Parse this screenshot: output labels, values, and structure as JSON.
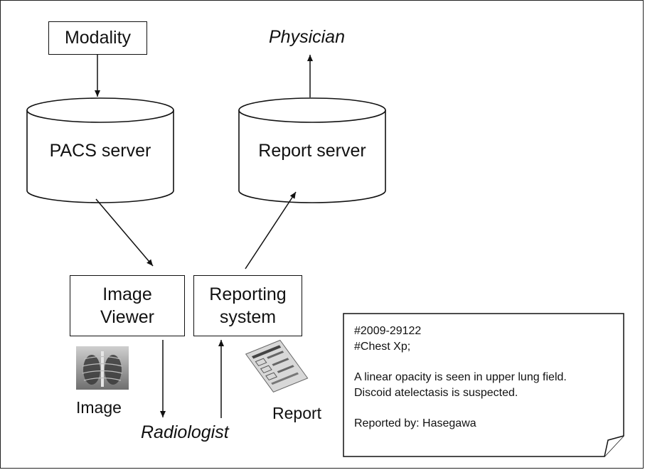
{
  "nodes": {
    "modality": "Modality",
    "physician": "Physician",
    "pacs": "PACS server",
    "report_server": "Report server",
    "viewer_l1": "Image",
    "viewer_l2": "Viewer",
    "reporting_l1": "Reporting",
    "reporting_l2": "system",
    "radiologist": "Radiologist",
    "image_caption": "Image",
    "report_caption": "Report"
  },
  "note": {
    "id": "#2009-29122",
    "exam": "#Chest  Xp;",
    "finding": "A linear opacity is seen in upper lung field.",
    "impression": "Discoid atelectasis is suspected.",
    "reported_by": "Reported by:  Hasegawa"
  }
}
